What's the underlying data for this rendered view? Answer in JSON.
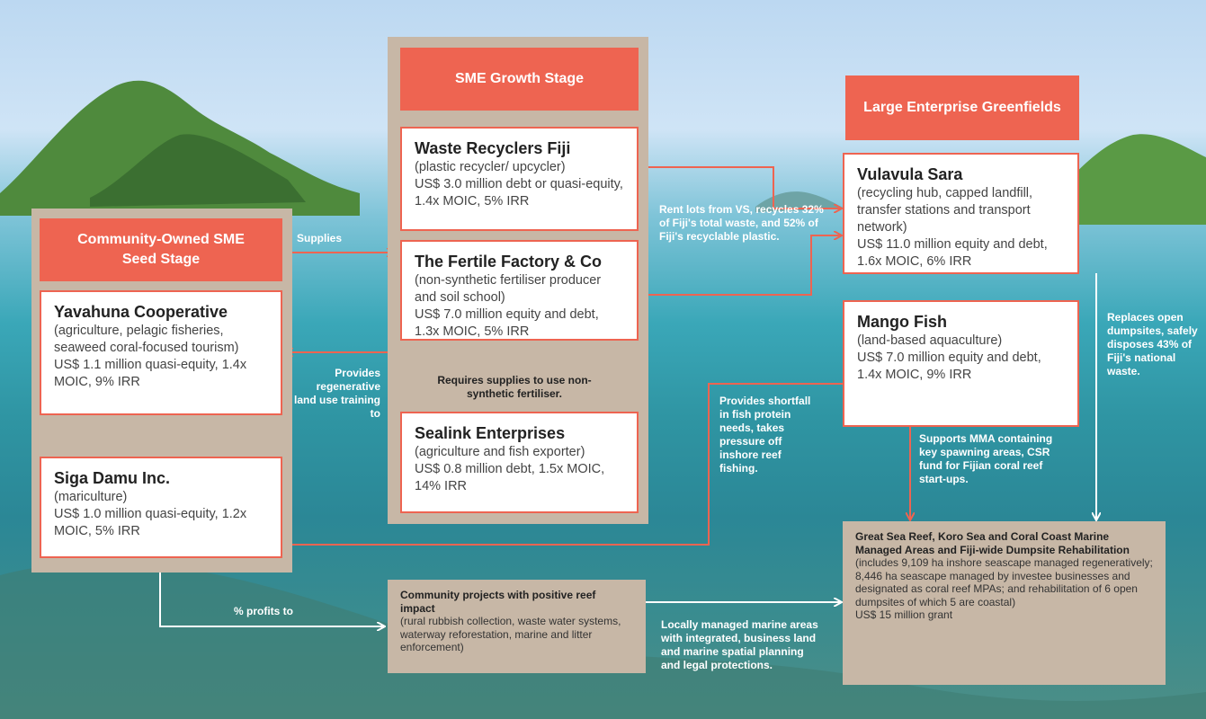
{
  "headers": {
    "sme_growth": "SME Growth Stage",
    "large_enterprise": "Large Enterprise Greenfields",
    "community_seed": "Community-Owned SME Seed Stage"
  },
  "cards": {
    "waste_recyclers": {
      "name": "Waste Recyclers Fiji",
      "desc": "(plastic recycler/ upcycler)",
      "terms": "US$ 3.0 million debt or quasi-equity, 1.4x MOIC, 5% IRR"
    },
    "fertile_factory": {
      "name": "The Fertile Factory & Co",
      "desc": "(non-synthetic fertiliser producer and soil school)",
      "terms": "US$ 7.0 million equity and debt, 1.3x MOIC, 5% IRR"
    },
    "sealink": {
      "name": "Sealink Enterprises",
      "desc": "(agriculture and fish exporter)",
      "terms": "US$ 0.8 million debt, 1.5x MOIC, 14% IRR"
    },
    "vulavula": {
      "name": "Vulavula Sara",
      "desc": "(recycling hub, capped landfill, transfer stations and transport network)",
      "terms": "US$ 11.0 million equity and debt, 1.6x MOIC, 6% IRR"
    },
    "mango_fish": {
      "name": "Mango Fish",
      "desc": "(land-based aquaculture)",
      "terms": "US$ 7.0 million equity and debt, 1.4x MOIC, 9% IRR"
    },
    "yavahuna": {
      "name": "Yavahuna Cooperative",
      "desc": "(agriculture, pelagic fisheries, seaweed coral-focused tourism)",
      "terms": "US$ 1.1 million quasi-equity, 1.4x MOIC, 9% IRR"
    },
    "siga_damu": {
      "name": "Siga Damu Inc.",
      "desc": "(mariculture)",
      "terms": "US$ 1.0 million quasi-equity, 1.2x MOIC, 5% IRR"
    }
  },
  "notes": {
    "community_projects": {
      "title": "Community projects with positive reef impact",
      "desc": "(rural rubbish collection, waste water systems, waterway reforestation, marine and litter enforcement)"
    },
    "great_sea_reef": {
      "title": "Great Sea Reef, Koro Sea and Coral Coast Marine Managed Areas and Fiji-wide Dumpsite Rehabilitation",
      "desc": "(includes 9,109 ha inshore seascape managed regeneratively; 8,446 ha seascape managed by investee businesses and designated as coral reef MPAs; and rehabilitation of 6 open dumpsites of which 5 are coastal)",
      "terms": "US$ 15 million grant"
    }
  },
  "labels": {
    "supplies": "Supplies",
    "rent_lots": "Rent lots from VS, recycles 32% of Fiji's total waste, and 52% of Fiji's recyclable plastic.",
    "provides_training": "Provides regenerative land use training to",
    "requires_supplies": "Requires supplies to use non-synthetic fertiliser.",
    "provides_shortfall": "Provides shortfall in fish protein needs, takes pressure off inshore reef fishing.",
    "supports_mma": "Supports MMA containing key spawning areas, CSR fund for Fijian coral reef start-ups.",
    "replaces_dumpsites": "Replaces open dumpsites, safely disposes 43% of Fiji's national waste.",
    "profits_to": "% profits to",
    "locally_managed": "Locally managed marine areas with integrated, business land and marine spatial planning and legal protections."
  }
}
